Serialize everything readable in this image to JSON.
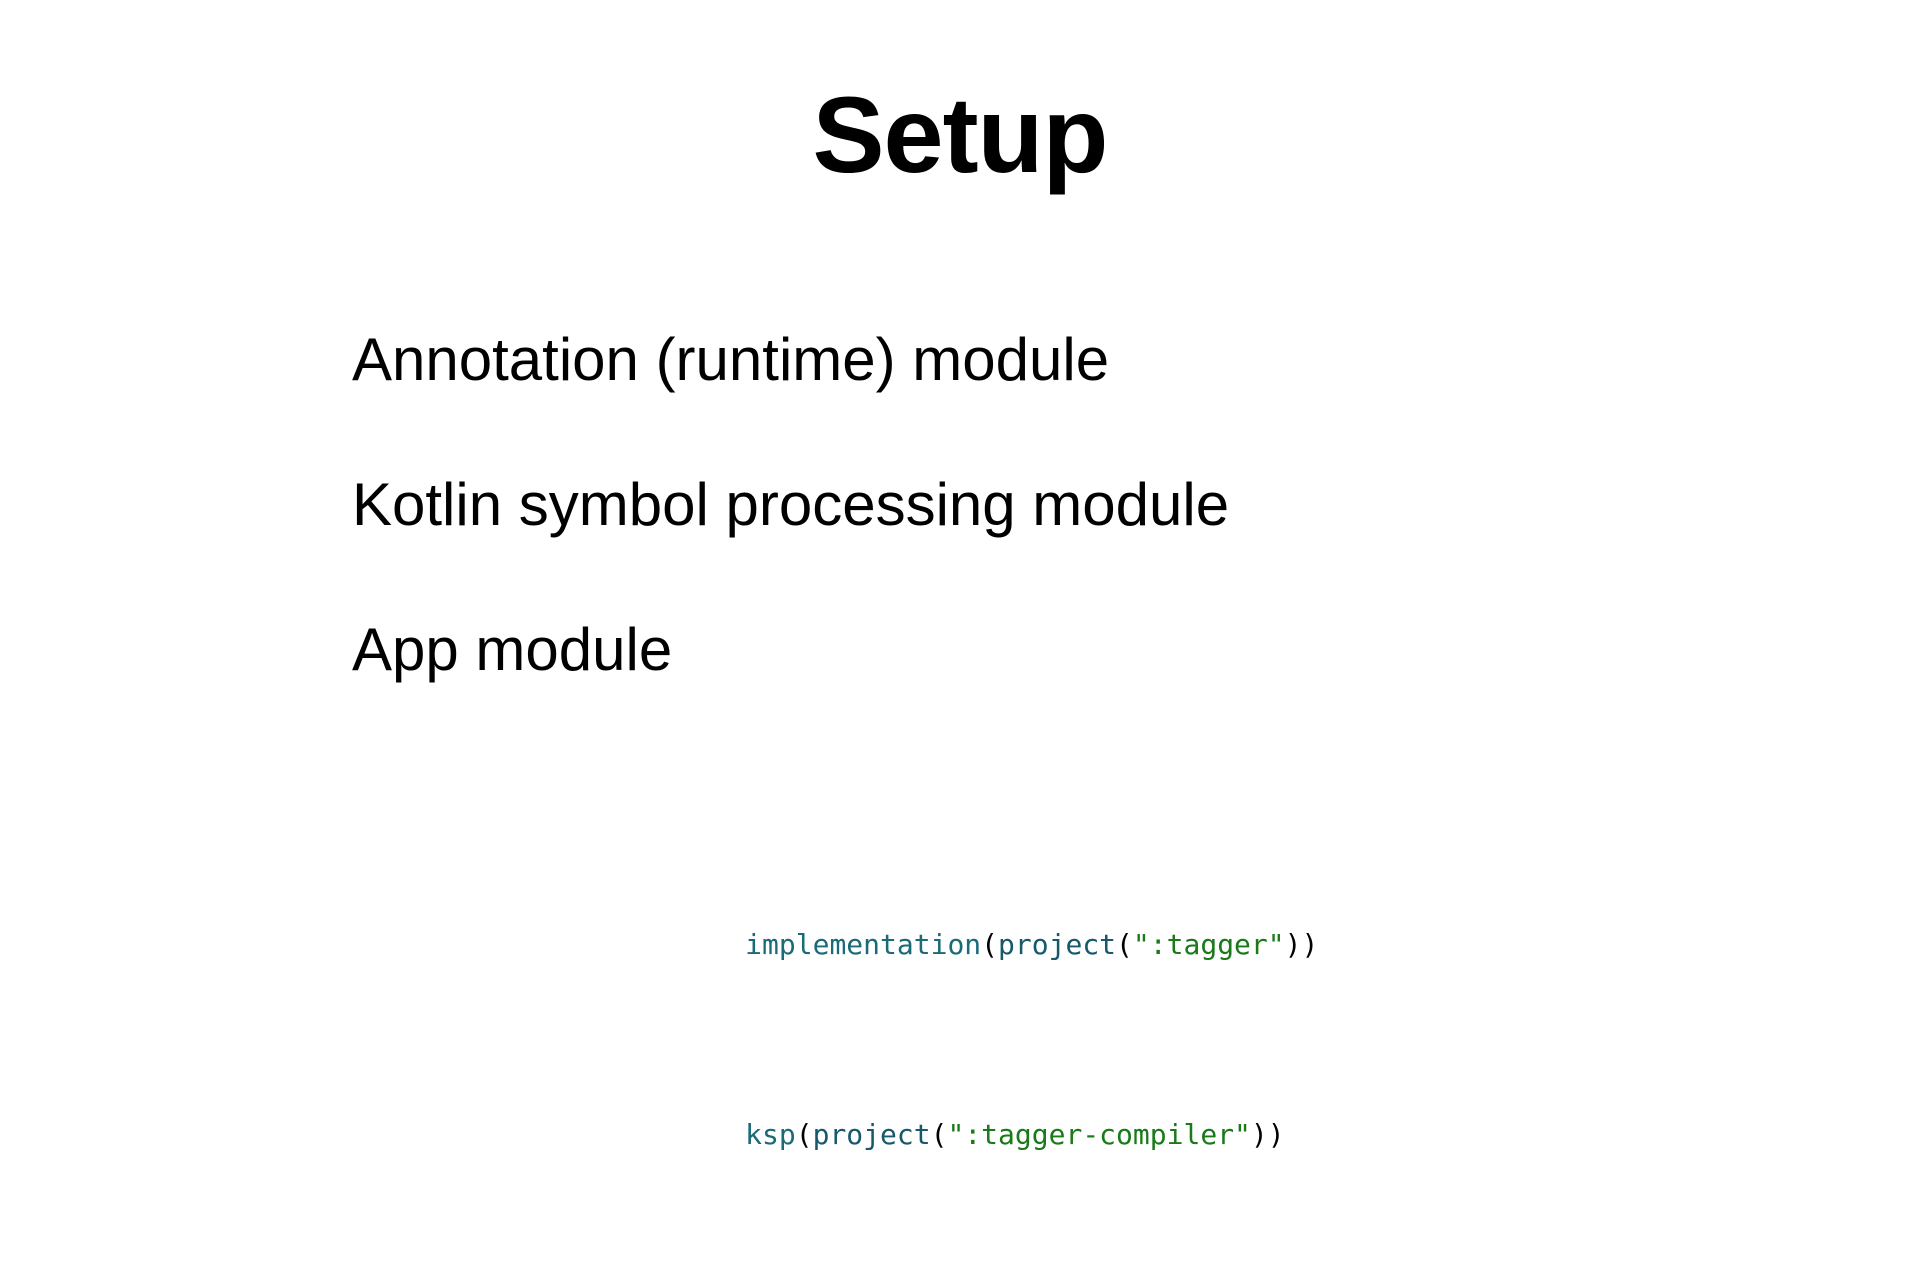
{
  "slide": {
    "title": "Setup",
    "background_color": "#ffffff",
    "text_color": "#000000",
    "bullets": [
      {
        "text": "Annotation (runtime) module"
      },
      {
        "text": "Kotlin symbol processing module"
      },
      {
        "text": "App module"
      }
    ],
    "code": {
      "language": "kotlin-gradle-dsl",
      "colors": {
        "function": "#1a6b78",
        "call": "#17586b",
        "punctuation": "#000000",
        "string": "#1a7a1a"
      },
      "lines": [
        {
          "raw": "implementation(project(\":tagger\"))",
          "tokens": [
            {
              "text": "implementation",
              "type": "function"
            },
            {
              "text": "(",
              "type": "punctuation"
            },
            {
              "text": "project",
              "type": "call"
            },
            {
              "text": "(",
              "type": "punctuation"
            },
            {
              "text": "\":tagger\"",
              "type": "string"
            },
            {
              "text": "))",
              "type": "punctuation"
            }
          ]
        },
        {
          "raw": "ksp(project(\":tagger-compiler\"))",
          "tokens": [
            {
              "text": "ksp",
              "type": "function"
            },
            {
              "text": "(",
              "type": "punctuation"
            },
            {
              "text": "project",
              "type": "call"
            },
            {
              "text": "(",
              "type": "punctuation"
            },
            {
              "text": "\":tagger-compiler\"",
              "type": "string"
            },
            {
              "text": "))",
              "type": "punctuation"
            }
          ]
        }
      ]
    }
  }
}
